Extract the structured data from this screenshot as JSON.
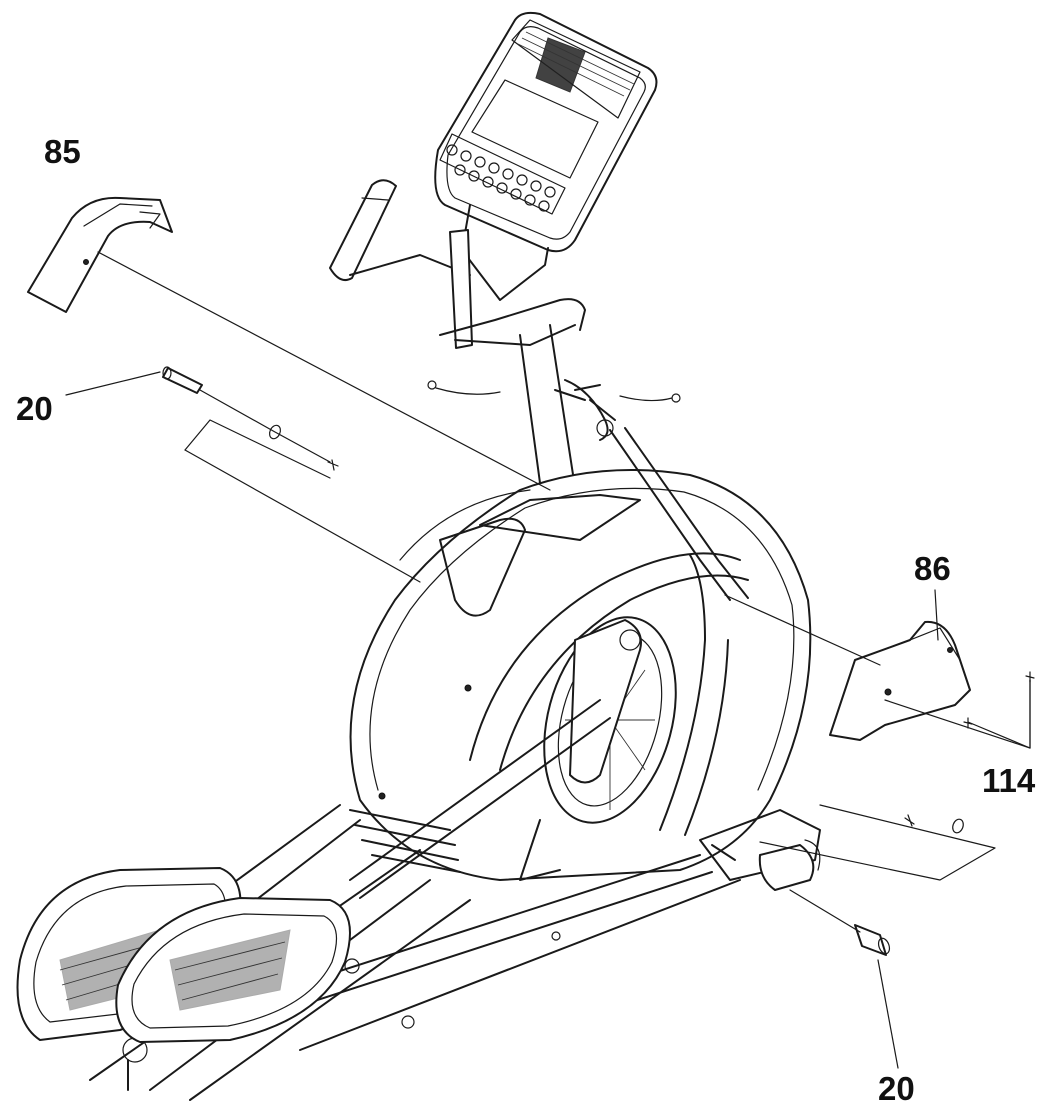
{
  "callouts": {
    "part_85": "85",
    "part_20_top": "20",
    "part_86": "86",
    "part_114": "114",
    "part_20_bottom": "20"
  }
}
